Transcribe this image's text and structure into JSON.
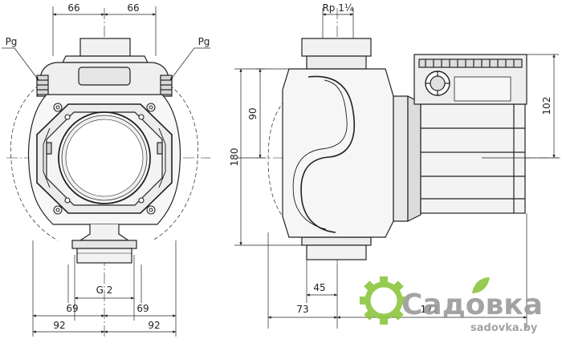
{
  "dimensions": {
    "left_top_left": "66",
    "left_top_right": "66",
    "pg_left": "Pg",
    "pg_right": "Pg",
    "g_thread": "G 2",
    "left_mid_left": "69",
    "left_mid_right": "69",
    "left_bot_left": "92",
    "left_bot_right": "92",
    "rp_thread": "Rp 1¼",
    "height_90": "90",
    "height_180": "180",
    "height_102": "102",
    "width_45": "45",
    "width_73": "73",
    "width_172": "172"
  },
  "watermark": {
    "brand": "Садовка",
    "site": "sadovka.by",
    "colors": {
      "green": "#8cc63f",
      "gray": "#9a9a9a"
    }
  }
}
